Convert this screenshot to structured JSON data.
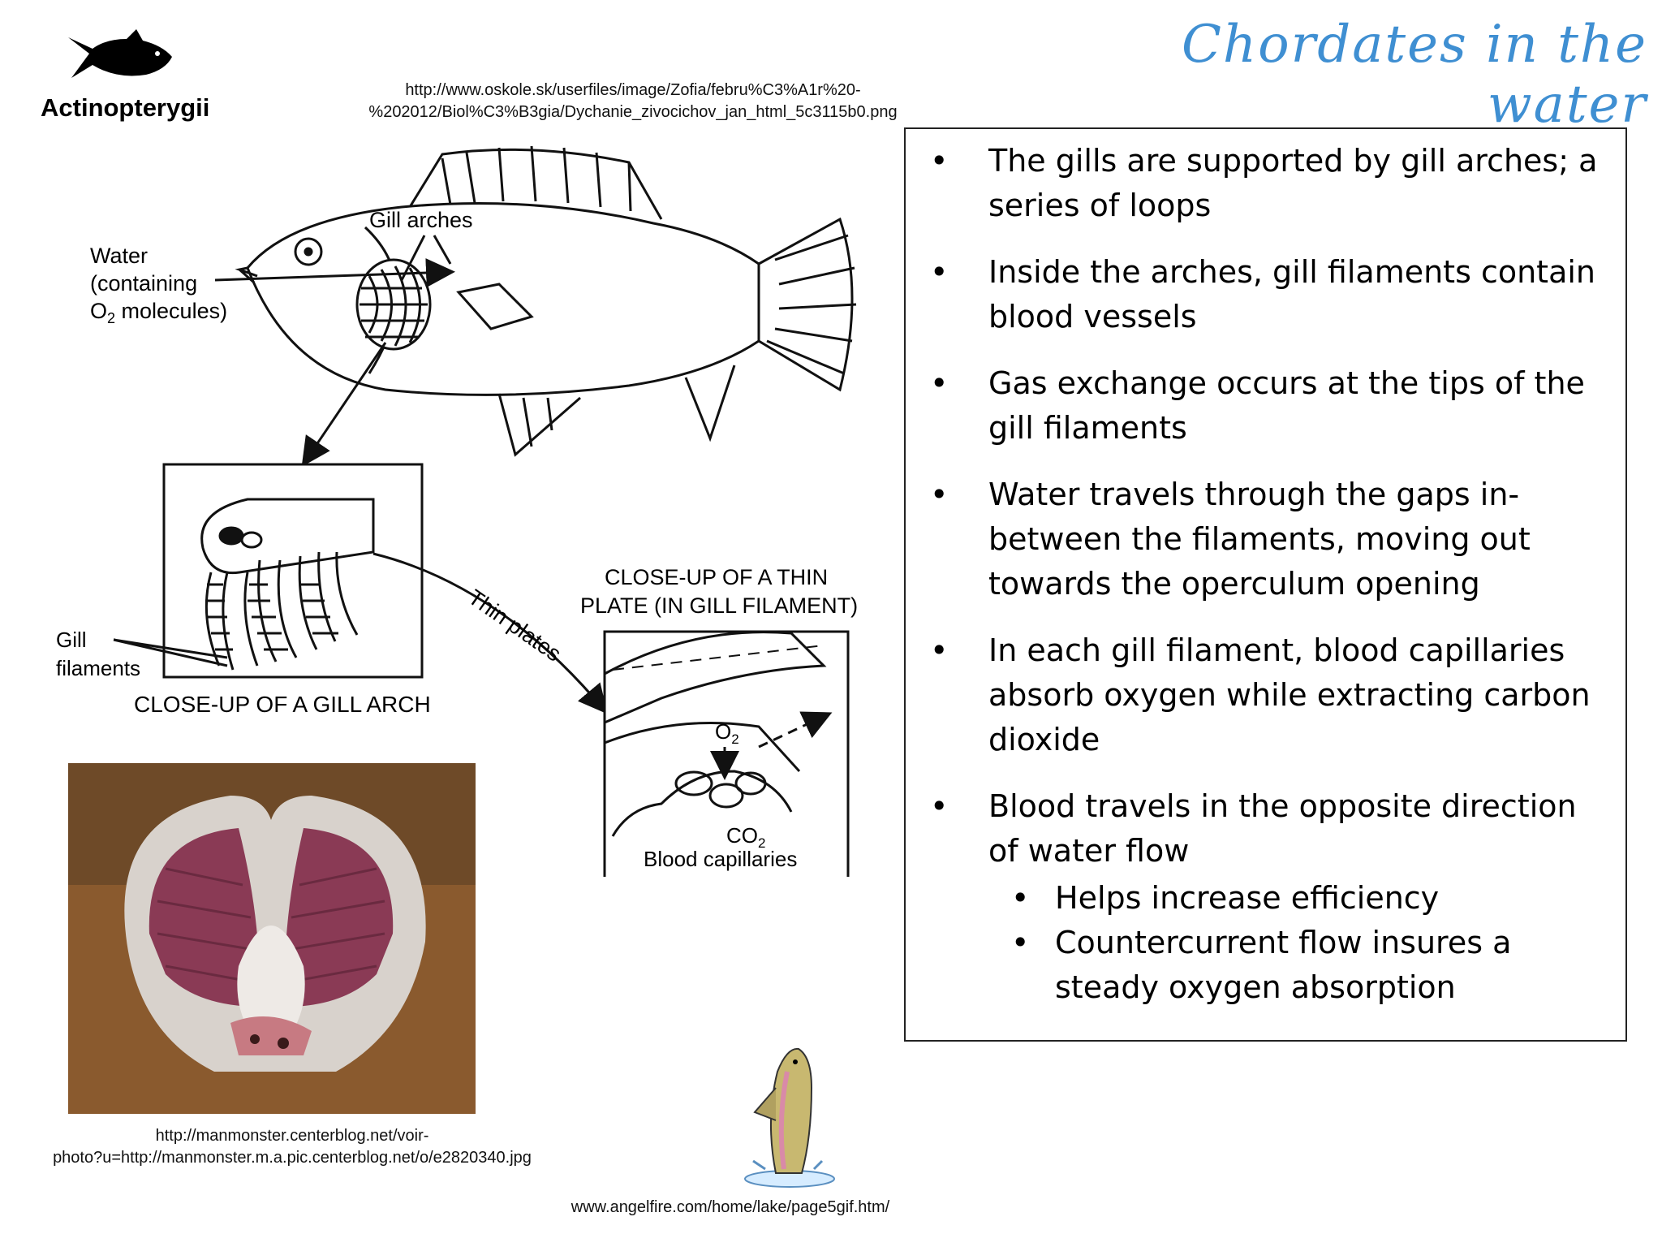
{
  "title": "Chordates in the water",
  "class_label": "Actinopterygii",
  "urls": {
    "diagram_source_line1": "http://www.oskole.sk/userfiles/image/Zofia/febru%C3%A1r%20-",
    "diagram_source_line2": "%202012/Biol%C3%B3gia/Dychanie_zivocichov_jan_html_5c3115b0.png",
    "photo_source_line1": "http://manmonster.centerblog.net/voir-",
    "photo_source_line2": "photo?u=http://manmonster.m.a.pic.centerblog.net/o/e2820340.jpg",
    "angelfire_source": "www.angelfire.com/home/lake/page5gif.htm/"
  },
  "diagram": {
    "gill_arches": "Gill arches",
    "water_line1": "Water",
    "water_line2": "(containing",
    "water_line3": "O",
    "water_sub": "2",
    "water_line3b": " molecules)",
    "gill_label_line1": "Gill",
    "gill_label_line2": "filaments",
    "arch_caption": "CLOSE-UP OF A GILL ARCH",
    "thin_plates": "Thin plates",
    "plate_caption_line1": "CLOSE-UP OF A THIN",
    "plate_caption_line2": "PLATE (IN GILL FILAMENT)",
    "o2": "O",
    "o2_sub": "2",
    "co2": "CO",
    "co2_sub": "2",
    "capillaries": "Blood capillaries"
  },
  "bullets": [
    "The gills are supported by gill arches; a series of loops",
    "Inside the arches, gill filaments contain blood vessels",
    "Gas exchange occurs at the tips of the gill filaments",
    "Water travels through the gaps in-between the filaments, moving out towards the operculum opening",
    "In each gill filament, blood capillaries absorb oxygen while extracting carbon dioxide",
    "Blood travels in the opposite direction of water flow"
  ],
  "sub_bullets": [
    "Helps increase efficiency",
    "Countercurrent flow insures a steady oxygen absorption"
  ],
  "bullet_symbol": "•",
  "colors": {
    "title": "#3f8fd2",
    "box_border": "#222222",
    "gill_red": "#8a3a55",
    "photo_bg": "#8a5a2e"
  }
}
